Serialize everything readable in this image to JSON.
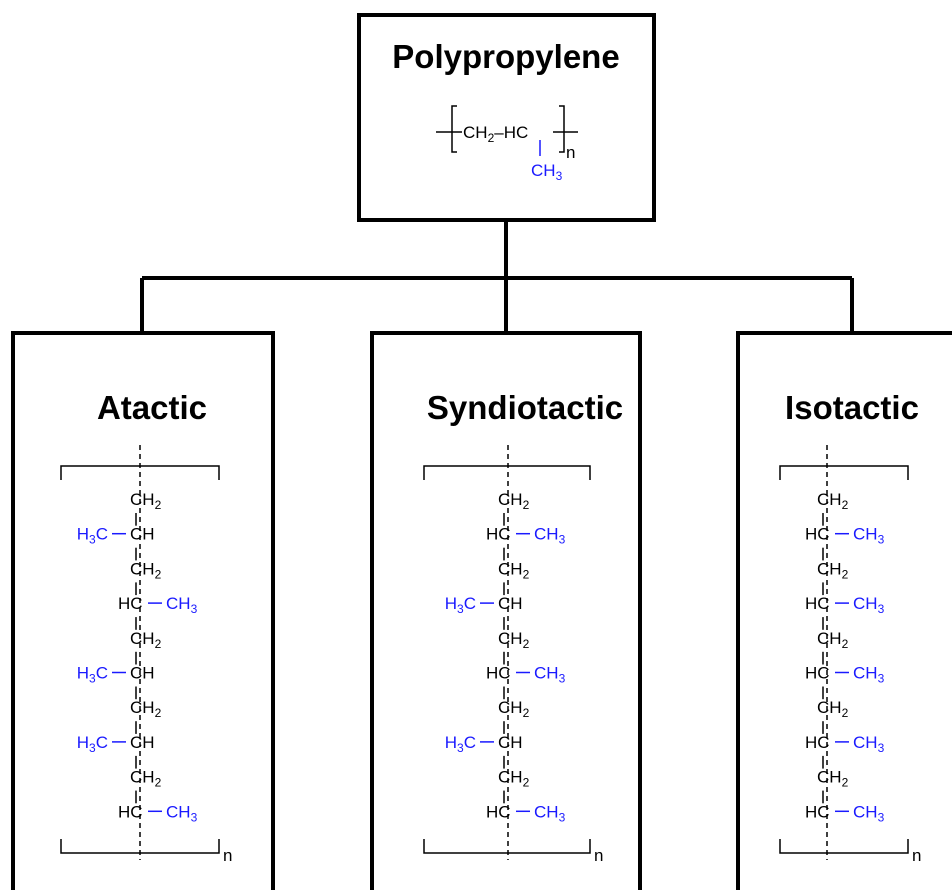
{
  "root": {
    "title": "Polypropylene",
    "formula": {
      "backbone": [
        "CH",
        "2",
        "–HC"
      ],
      "side": [
        "CH",
        "3"
      ],
      "repeat": "n"
    }
  },
  "columns": [
    {
      "title": "Atactic",
      "repeat": "n",
      "units": [
        {
          "left": [
            "CH",
            "2"
          ]
        },
        {
          "left": [
            "H",
            "3",
            "C"
          ],
          "center": "CH",
          "methyl_side": "left"
        },
        {
          "left": [
            "CH",
            "2"
          ]
        },
        {
          "center": "HC",
          "right": [
            "CH",
            "3"
          ],
          "methyl_side": "right"
        },
        {
          "left": [
            "CH",
            "2"
          ]
        },
        {
          "left": [
            "H",
            "3",
            "C"
          ],
          "center": "CH",
          "methyl_side": "left"
        },
        {
          "left": [
            "CH",
            "2"
          ]
        },
        {
          "left": [
            "H",
            "3",
            "C"
          ],
          "center": "CH",
          "methyl_side": "left"
        },
        {
          "left": [
            "CH",
            "2"
          ]
        },
        {
          "center": "HC",
          "right": [
            "CH",
            "3"
          ],
          "methyl_side": "right"
        }
      ]
    },
    {
      "title": "Syndiotactic",
      "repeat": "n",
      "units": [
        {
          "left": [
            "CH",
            "2"
          ]
        },
        {
          "center": "HC",
          "right": [
            "CH",
            "3"
          ],
          "methyl_side": "right"
        },
        {
          "left": [
            "CH",
            "2"
          ]
        },
        {
          "left": [
            "H",
            "3",
            "C"
          ],
          "center": "CH",
          "methyl_side": "left"
        },
        {
          "left": [
            "CH",
            "2"
          ]
        },
        {
          "center": "HC",
          "right": [
            "CH",
            "3"
          ],
          "methyl_side": "right"
        },
        {
          "left": [
            "CH",
            "2"
          ]
        },
        {
          "left": [
            "H",
            "3",
            "C"
          ],
          "center": "CH",
          "methyl_side": "left"
        },
        {
          "left": [
            "CH",
            "2"
          ]
        },
        {
          "center": "HC",
          "right": [
            "CH",
            "3"
          ],
          "methyl_side": "right"
        }
      ]
    },
    {
      "title": "Isotactic",
      "repeat": "n",
      "units": [
        {
          "left": [
            "CH",
            "2"
          ]
        },
        {
          "center": "HC",
          "right": [
            "CH",
            "3"
          ],
          "methyl_side": "right"
        },
        {
          "left": [
            "CH",
            "2"
          ]
        },
        {
          "center": "HC",
          "right": [
            "CH",
            "3"
          ],
          "methyl_side": "right"
        },
        {
          "left": [
            "CH",
            "2"
          ]
        },
        {
          "center": "HC",
          "right": [
            "CH",
            "3"
          ],
          "methyl_side": "right"
        },
        {
          "left": [
            "CH",
            "2"
          ]
        },
        {
          "center": "HC",
          "right": [
            "CH",
            "3"
          ],
          "methyl_side": "right"
        },
        {
          "left": [
            "CH",
            "2"
          ]
        },
        {
          "center": "HC",
          "right": [
            "CH",
            "3"
          ],
          "methyl_side": "right"
        }
      ]
    }
  ],
  "colors": {
    "backbone": "#000000",
    "methyl": "#1a1aff",
    "outline": "#000000"
  }
}
